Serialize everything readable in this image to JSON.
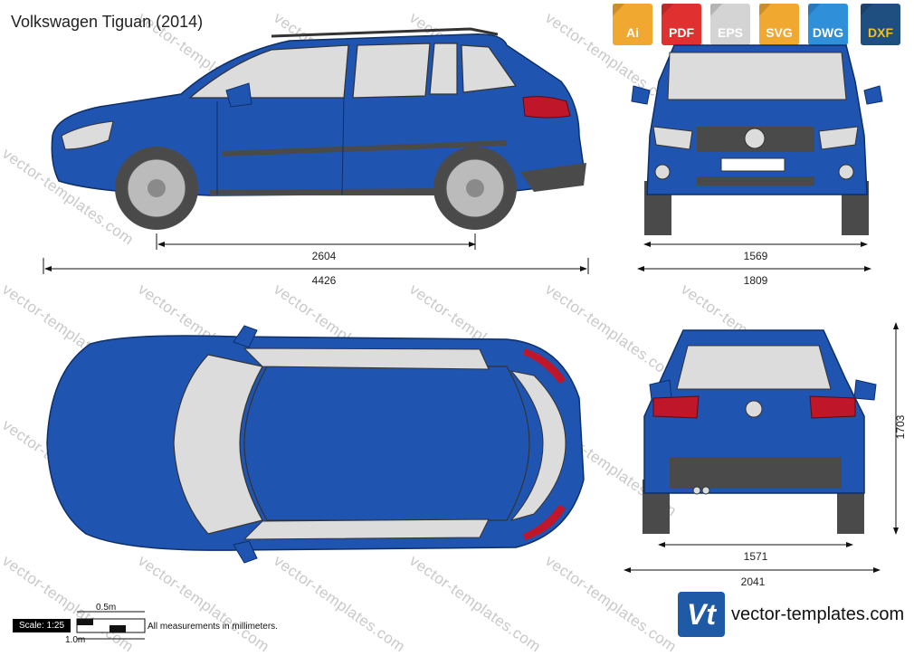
{
  "title": "Volkswagen Tiguan (2014)",
  "watermark": "vector-templates.com",
  "formats": [
    {
      "label": "Ai",
      "color": "#f0a830"
    },
    {
      "label": "PDF",
      "color": "#e03030"
    },
    {
      "label": "EPS",
      "color": "#d8d8d8"
    },
    {
      "label": "SVG",
      "color": "#f0a830"
    },
    {
      "label": "DWG",
      "color": "#2f8fd8"
    },
    {
      "label": "DXF",
      "color": "#1f4f80"
    }
  ],
  "dimensions": {
    "wheelbase": "2604",
    "length": "4426",
    "front_track": "1569",
    "width": "1809",
    "rear_track": "1571",
    "width_mirrors": "2041",
    "height": "1703"
  },
  "scale": {
    "label": "Scale: 1:25",
    "half_meter": "0.5m",
    "one_meter": "1.0m"
  },
  "note": "All measurements in millimeters.",
  "logo": {
    "mark": "Vt",
    "text": "vector-templates.com"
  },
  "colors": {
    "body": "#1f55b0",
    "glass": "#dcdcdc",
    "dark": "#4a4a4a",
    "light": "#c0162a"
  }
}
